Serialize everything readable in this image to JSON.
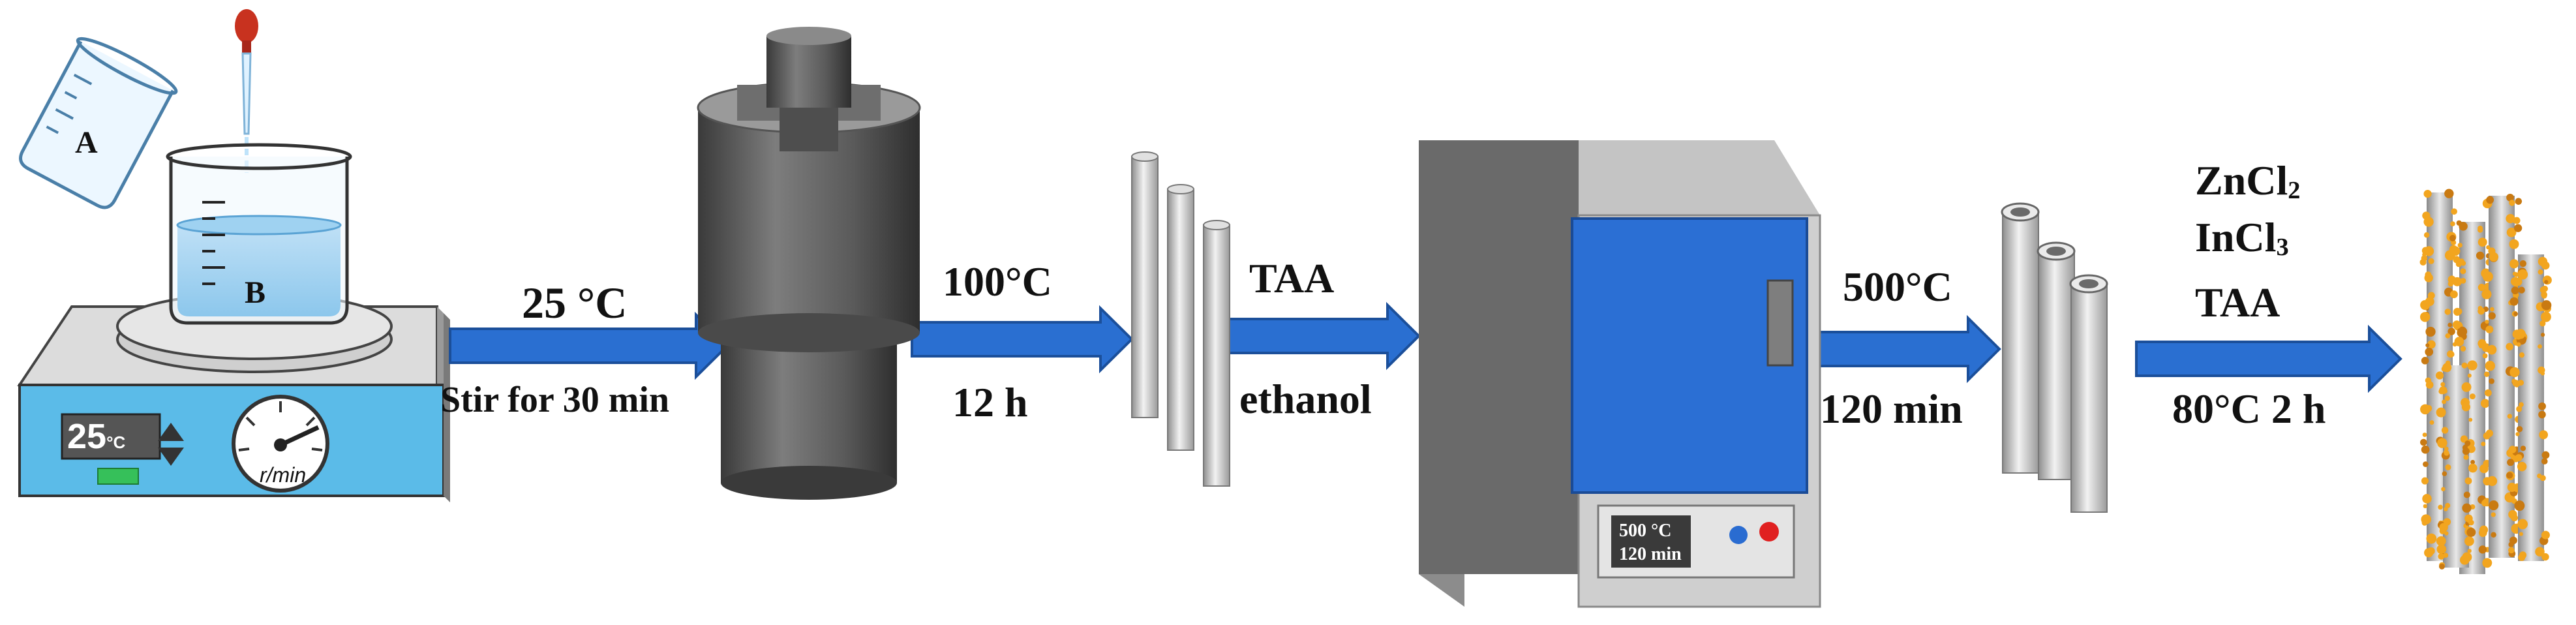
{
  "step1": {
    "beaker_a_label": "A",
    "beaker_b_label": "B",
    "display_value": "25",
    "display_unit": "°C",
    "dial_label": "r/min",
    "condition_top": "25 °C",
    "condition_bottom": "Stir for 30 min"
  },
  "step2": {
    "condition_top": "100°C",
    "condition_bottom": "12 h"
  },
  "step3": {
    "condition_top": "TAA",
    "condition_bottom": "ethanol"
  },
  "step4": {
    "furnace_panel_line1": "500 °C",
    "furnace_panel_line2": "120 min",
    "condition_top": "500°C",
    "condition_bottom": "120 min"
  },
  "step5": {
    "reagent1_main": "ZnCl",
    "reagent1_sub": "2",
    "reagent2_main": "InCl",
    "reagent2_sub": "3",
    "reagent3": "TAA",
    "condition_bottom": "80°C 2 h"
  },
  "colors": {
    "arrow": "#2a6fd1",
    "arrow_edge": "#1b4f9a",
    "hotplate": "#5bbbe8",
    "furnace_door": "#2b6fd4",
    "autoclave": "#6a6a6a",
    "rod": "#c9c9c9",
    "nanorod_particles": "#f2a51f"
  }
}
